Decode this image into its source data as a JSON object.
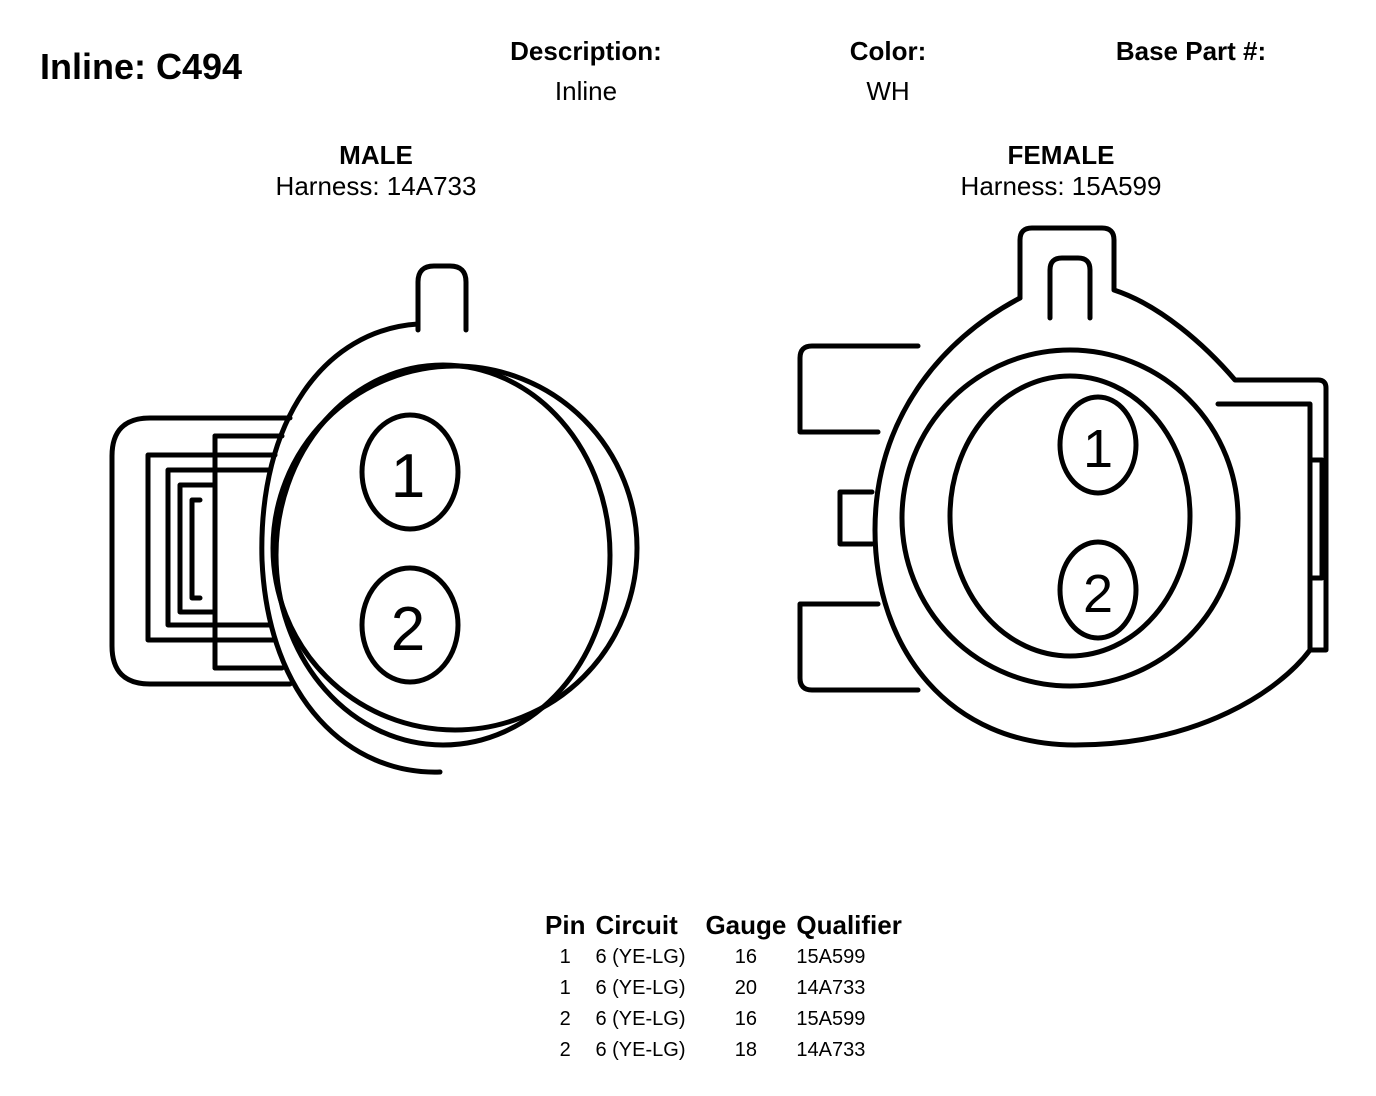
{
  "title": "Inline: C494",
  "header": {
    "description_label": "Description:",
    "description_value": "Inline",
    "color_label": "Color:",
    "color_value": "WH",
    "base_part_label": "Base Part #:"
  },
  "male": {
    "label": "MALE",
    "harness": "Harness: 14A733",
    "pins": [
      "1",
      "2"
    ]
  },
  "female": {
    "label": "FEMALE",
    "harness": "Harness: 15A599",
    "pins": [
      "1",
      "2"
    ]
  },
  "table": {
    "headers": [
      "Pin",
      "Circuit",
      "Gauge",
      "Qualifier"
    ],
    "rows": [
      [
        "1",
        "6 (YE-LG)",
        "16",
        "15A599"
      ],
      [
        "1",
        "6 (YE-LG)",
        "20",
        "14A733"
      ],
      [
        "2",
        "6 (YE-LG)",
        "16",
        "15A599"
      ],
      [
        "2",
        "6 (YE-LG)",
        "18",
        "14A733"
      ]
    ]
  }
}
